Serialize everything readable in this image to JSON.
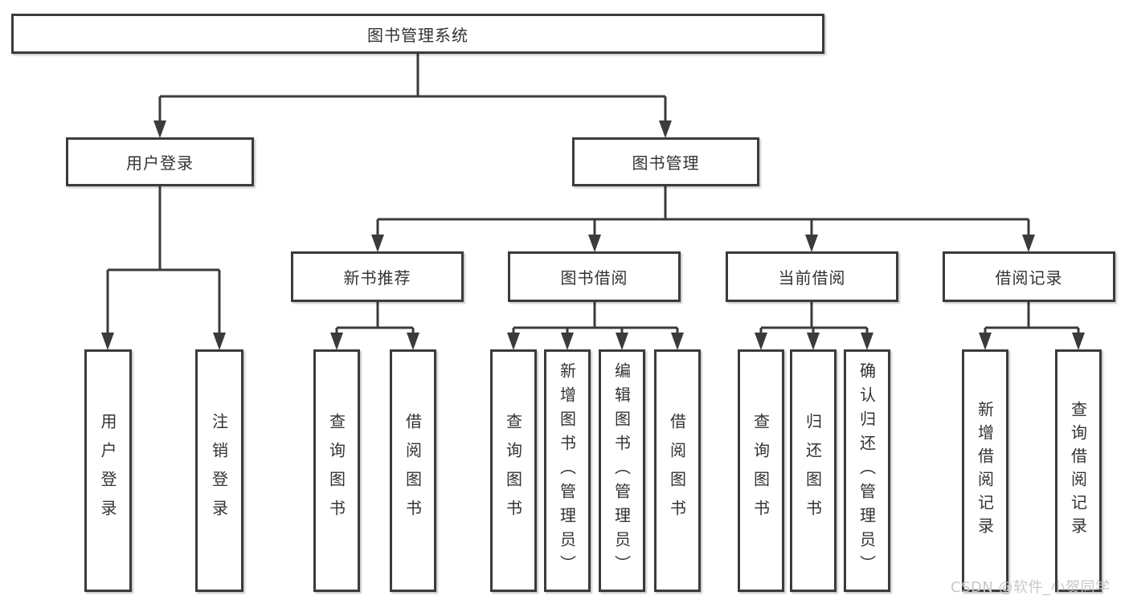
{
  "diagram": {
    "root": "图书管理系统",
    "branches": {
      "user_login": {
        "label": "用户登录",
        "children": [
          "用户登录",
          "注销登录"
        ]
      },
      "book_management": {
        "label": "图书管理",
        "sections": [
          {
            "label": "新书推荐",
            "children": [
              "查询图书",
              "借阅图书"
            ]
          },
          {
            "label": "图书借阅",
            "children": [
              "查询图书",
              "新增图书（管理员）",
              "编辑图书（管理员）",
              "借阅图书"
            ]
          },
          {
            "label": "当前借阅",
            "children": [
              "查询图书",
              "归还图书",
              "确认归还（管理员）"
            ]
          },
          {
            "label": "借阅记录",
            "children": [
              "新增借阅记录",
              "查询借阅记录"
            ]
          }
        ]
      }
    }
  },
  "watermark": "CSDN @软件_小贺同学",
  "colors": {
    "line": "#3b3b3b",
    "text": "#333333",
    "background": "#ffffff",
    "watermark": "#c7c7c7"
  }
}
